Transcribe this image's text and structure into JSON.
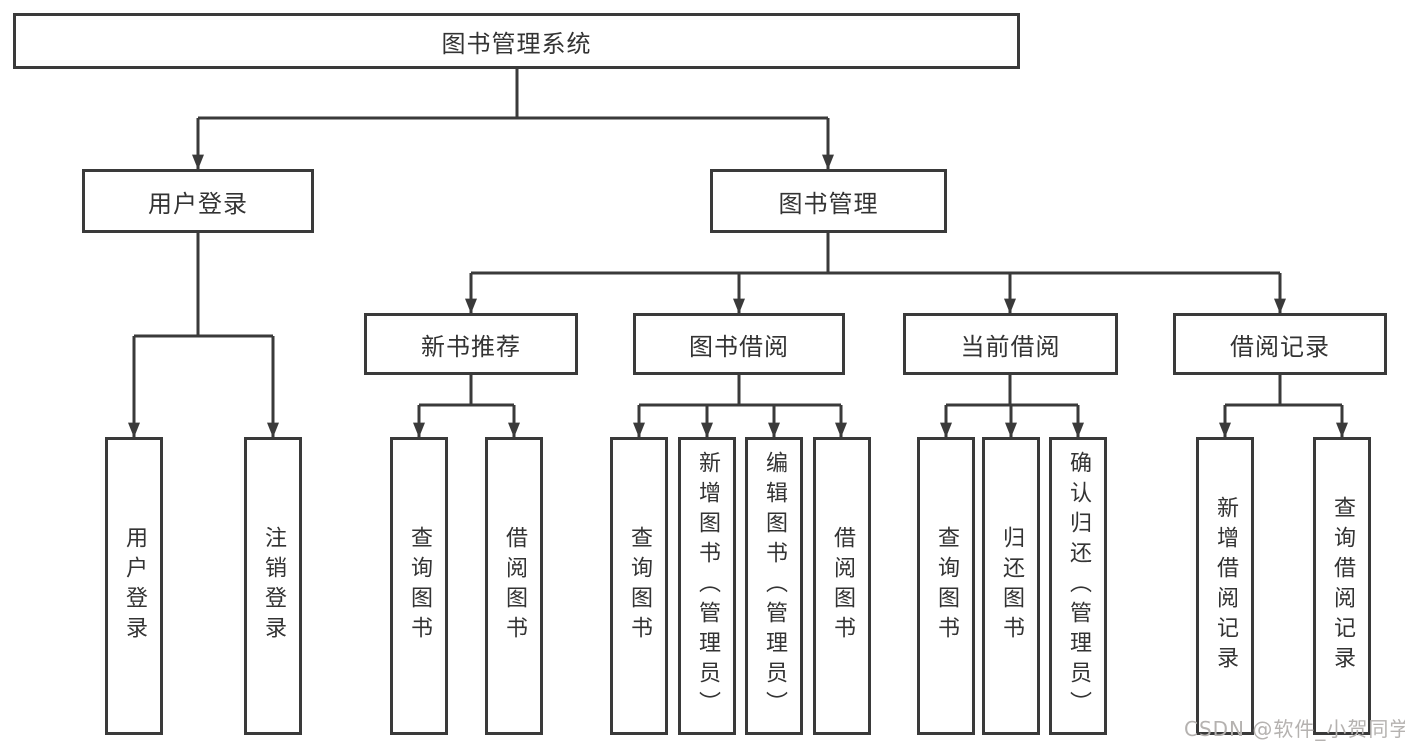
{
  "diagram": {
    "root": "图书管理系统",
    "branches": [
      {
        "label": "用户登录",
        "children": [
          "用户登录",
          "注销登录"
        ]
      },
      {
        "label": "图书管理",
        "sections": [
          {
            "label": "新书推荐",
            "children": [
              "查询图书",
              "借阅图书"
            ]
          },
          {
            "label": "图书借阅",
            "children": [
              "查询图书",
              "新增图书（管理员）",
              "编辑图书（管理员）",
              "借阅图书"
            ]
          },
          {
            "label": "当前借阅",
            "children": [
              "查询图书",
              "归还图书",
              "确认归还（管理员）"
            ]
          },
          {
            "label": "借阅记录",
            "children": [
              "新增借阅记录",
              "查询借阅记录"
            ]
          }
        ]
      }
    ]
  },
  "watermark": {
    "text": "CSDN @软件_小贺同学"
  },
  "colors": {
    "line": "#3a3a3a",
    "text": "#333333",
    "watermark": "#b5b2b0",
    "background": "#ffffff"
  }
}
